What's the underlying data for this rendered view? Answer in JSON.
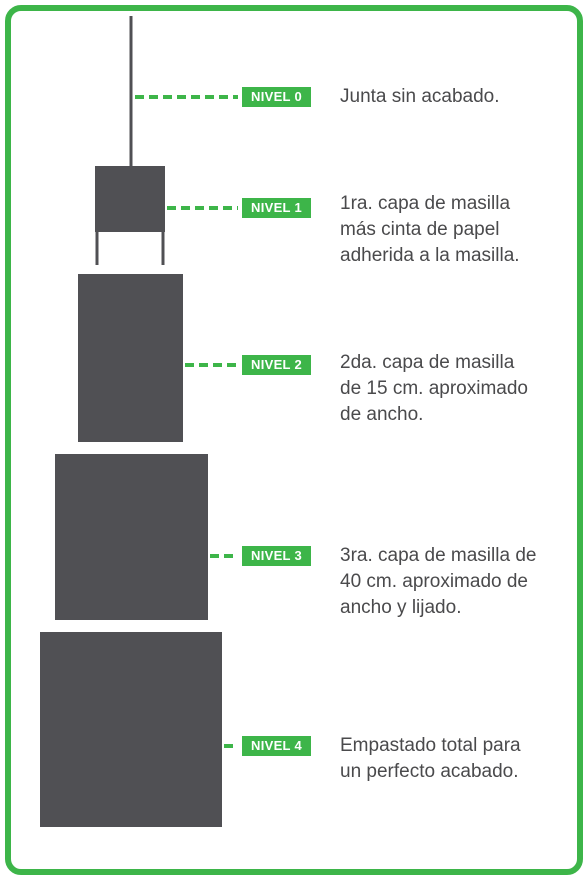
{
  "colors": {
    "accent": "#3db549",
    "block": "#505054",
    "text": "#4a4a4c"
  },
  "levels": [
    {
      "badge": "NIVEL 0",
      "description": "Junta sin acabado."
    },
    {
      "badge": "NIVEL 1",
      "description": "1ra. capa de masilla\nmás cinta de papel\nadherida a la masilla."
    },
    {
      "badge": "NIVEL 2",
      "description": "2da. capa de masilla\nde 15 cm. aproximado\nde ancho."
    },
    {
      "badge": "NIVEL 3",
      "description": "3ra. capa de masilla de\n40 cm. aproximado de\nancho y lijado."
    },
    {
      "badge": "NIVEL 4",
      "description": "Empastado total para\nun perfecto acabado."
    }
  ]
}
